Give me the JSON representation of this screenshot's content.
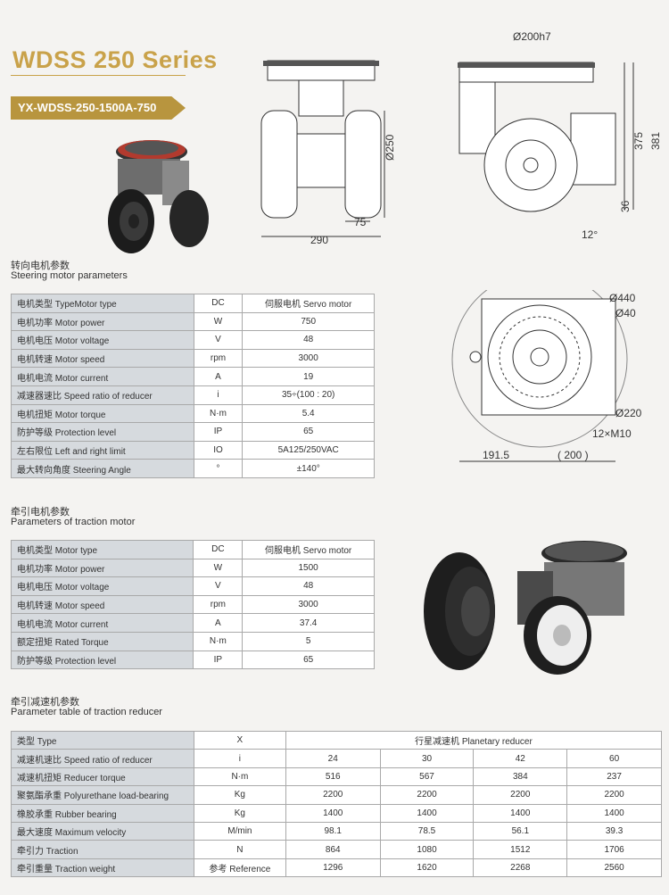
{
  "header": {
    "series_title": "WDSS 250 Series",
    "model": "YX-WDSS-250-1500A-750"
  },
  "drawings": {
    "dims": {
      "d200h7": "Ø200h7",
      "d250": "Ø250",
      "w75": "75",
      "w290": "290",
      "h375": "375",
      "h381": "381",
      "h36": "36",
      "angle12": "12°",
      "d440": "Ø440",
      "d40": "Ø40",
      "d220": "Ø220",
      "m10": "12×M10",
      "w191": "191.5",
      "w200": "( 200 )"
    }
  },
  "steering": {
    "title_zh": "转向电机参数",
    "title_en": "Steering motor parameters",
    "rows": [
      {
        "name": "电机类型 TypeMotor type",
        "unit": "DC",
        "value": "伺服电机 Servo motor"
      },
      {
        "name": "电机功率 Motor power",
        "unit": "W",
        "value": "750"
      },
      {
        "name": "电机电压 Motor voltage",
        "unit": "V",
        "value": "48"
      },
      {
        "name": "电机转速 Motor speed",
        "unit": "rpm",
        "value": "3000"
      },
      {
        "name": "电机电流 Motor current",
        "unit": "A",
        "value": "19"
      },
      {
        "name": "减速器速比 Speed ratio of reducer",
        "unit": "i",
        "value": "35÷(100 : 20)"
      },
      {
        "name": "电机扭矩 Motor torque",
        "unit": "N·m",
        "value": "5.4"
      },
      {
        "name": "防护等级 Protection level",
        "unit": "IP",
        "value": "65"
      },
      {
        "name": "左右限位 Left and right limit",
        "unit": "IO",
        "value": "5A125/250VAC"
      },
      {
        "name": "最大转向角度 Steering Angle",
        "unit": "°",
        "value": "±140°"
      }
    ]
  },
  "traction_motor": {
    "title_zh": "牵引电机参数",
    "title_en": "Parameters of traction motor",
    "rows": [
      {
        "name": "电机类型 Motor type",
        "unit": "DC",
        "value": "伺服电机 Servo motor"
      },
      {
        "name": "电机功率 Motor power",
        "unit": "W",
        "value": "1500"
      },
      {
        "name": "电机电压 Motor voltage",
        "unit": "V",
        "value": "48"
      },
      {
        "name": "电机转速 Motor speed",
        "unit": "rpm",
        "value": "3000"
      },
      {
        "name": "电机电流 Motor current",
        "unit": "A",
        "value": "37.4"
      },
      {
        "name": "额定扭矩 Rated Torque",
        "unit": "N·m",
        "value": "5"
      },
      {
        "name": "防护等级 Protection level",
        "unit": "IP",
        "value": "65"
      }
    ]
  },
  "reducer": {
    "title_zh": "牵引减速机参数",
    "title_en": "Parameter table of traction reducer",
    "type_label": "类型 Type",
    "type_unit": "X",
    "type_value": "行星减速机 Planetary reducer",
    "rows": [
      {
        "name": "减速机速比 Speed ratio of reducer",
        "unit": "i",
        "values": [
          "24",
          "30",
          "42",
          "60"
        ]
      },
      {
        "name": "减速机扭矩 Reducer torque",
        "unit": "N·m",
        "values": [
          "516",
          "567",
          "384",
          "237"
        ]
      },
      {
        "name": "聚氨酯承重 Polyurethane load-bearing",
        "unit": "Kg",
        "values": [
          "2200",
          "2200",
          "2200",
          "2200"
        ]
      },
      {
        "name": "橡胶承重 Rubber bearing",
        "unit": "Kg",
        "values": [
          "1400",
          "1400",
          "1400",
          "1400"
        ]
      },
      {
        "name": "最大速度 Maximum velocity",
        "unit": "M/min",
        "values": [
          "98.1",
          "78.5",
          "56.1",
          "39.3"
        ]
      },
      {
        "name": "牵引力 Traction",
        "unit": "N",
        "values": [
          "864",
          "1080",
          "1512",
          "1706"
        ]
      },
      {
        "name": "牵引重量 Traction weight",
        "unit": "参考 Reference",
        "values": [
          "1296",
          "1620",
          "2268",
          "2560"
        ]
      }
    ]
  },
  "colors": {
    "gold": "#c9a24a",
    "badge": "#b8953e",
    "table_header": "#d6dade"
  }
}
